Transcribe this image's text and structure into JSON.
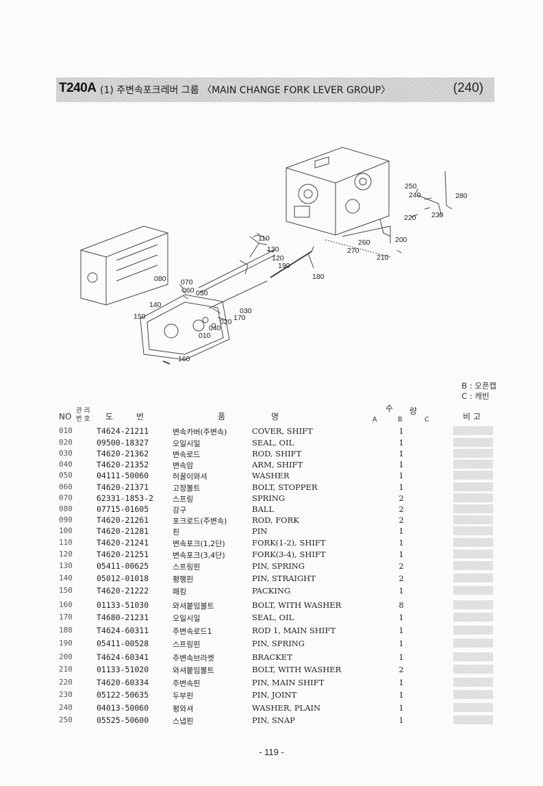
{
  "header": {
    "code": "T240A",
    "title": "(1) 주변속포크레버 그룹 〈MAIN CHANGE FORK LEVER GROUP〉",
    "group_no": "(240)"
  },
  "diagram_labels": {
    "l110": "110",
    "l130": "130",
    "l120": "120",
    "l190": "190",
    "l180": "180",
    "l080": "080",
    "l070": "070",
    "l060": "060",
    "l050": "050",
    "l140": "140",
    "l150": "150",
    "l030": "030",
    "l170": "170",
    "l020": "020",
    "l040": "040",
    "l010": "010",
    "l160": "160",
    "l250": "250",
    "l240": "240",
    "l280": "280",
    "l220": "220",
    "l230": "230",
    "l260": "260",
    "l200": "200",
    "l270": "270",
    "l210": "210"
  },
  "legend": {
    "b": "B : 오픈캡",
    "c": "C : 캐빈"
  },
  "columns": {
    "no": "NO",
    "mgmt": "관리\n번호",
    "mgmt_top": "관 리",
    "mgmt_bottom": "번 호",
    "part_a": "도",
    "part_b": "번",
    "name_a": "품",
    "name_b": "명",
    "qty_a": "수",
    "qty_b": "량",
    "col_a": "A",
    "col_b": "B",
    "col_c": "C",
    "note": "비 고"
  },
  "rows": [
    {
      "no": "010",
      "part": "T4624-21211",
      "kr": "변속카버(주변속)",
      "en": "COVER, SHIFT",
      "b": "1"
    },
    {
      "no": "020",
      "part": "09500-18327",
      "kr": "오일시일",
      "en": "SEAL, OIL",
      "b": "1"
    },
    {
      "no": "030",
      "part": "T4620-21362",
      "kr": "변속로드",
      "en": "ROD, SHIFT",
      "b": "1"
    },
    {
      "no": "040",
      "part": "T4620-21352",
      "kr": "변속암",
      "en": "ARM, SHIFT",
      "b": "1"
    },
    {
      "no": "050",
      "part": "04111-50060",
      "kr": "허꿀이와셔",
      "en": "WASHER",
      "b": "1"
    },
    {
      "no": "060",
      "part": "T4620-21371",
      "kr": "고정볼트",
      "en": "BOLT, STOPPER",
      "b": "1"
    },
    {
      "no": "070",
      "part": "62331-1853-2",
      "kr": "스프링",
      "en": "SPRING",
      "b": "2"
    },
    {
      "no": "080",
      "part": "07715-01605",
      "kr": "강구",
      "en": "BALL",
      "b": "2"
    },
    {
      "no": "090",
      "part": "T4620-21261",
      "kr": "포크로드(주변속)",
      "en": "ROD, FORK",
      "b": "2"
    },
    {
      "no": "100",
      "part": "T4620-21281",
      "kr": "핀",
      "en": "PIN",
      "b": "1"
    },
    {
      "no": "110",
      "part": "T4620-21241",
      "kr": "변속포크(1,2단)",
      "en": "FORK(1-2), SHIFT",
      "b": "1"
    },
    {
      "no": "120",
      "part": "T4620-21251",
      "kr": "변속포크(3,4단)",
      "en": "FORK(3-4), SHIFT",
      "b": "1"
    },
    {
      "no": "130",
      "part": "05411-00625",
      "kr": "스프링핀",
      "en": "PIN, SPRING",
      "b": "2"
    },
    {
      "no": "140",
      "part": "05012-01018",
      "kr": "평행핀",
      "en": "PIN, STRAIGHT",
      "b": "2"
    },
    {
      "no": "150",
      "part": "T4620-21222",
      "kr": "패킹",
      "en": "PACKING",
      "b": "1"
    },
    {
      "no": "160",
      "part": "01133-51030",
      "kr": "와셔붙임볼트",
      "en": "BOLT, WITH WASHER",
      "b": "8"
    },
    {
      "no": "170",
      "part": "T4680-21231",
      "kr": "오일시일",
      "en": "SEAL, OIL",
      "b": "1"
    },
    {
      "no": "180",
      "part": "T4624-60311",
      "kr": "주변속로드1",
      "en": "ROD 1, MAIN SHIFT",
      "b": "1"
    },
    {
      "no": "190",
      "part": "05411-00528",
      "kr": "스프링핀",
      "en": "PIN, SPRING",
      "b": "1"
    },
    {
      "no": "200",
      "part": "T4624-60341",
      "kr": "주변속브라켓",
      "en": "BRACKET",
      "b": "1"
    },
    {
      "no": "210",
      "part": "01133-51020",
      "kr": "와셔붙임볼트",
      "en": "BOLT, WITH WASHER",
      "b": "2"
    },
    {
      "no": "220",
      "part": "T4620-60334",
      "kr": "주변속핀",
      "en": "PIN, MAIN SHIFT",
      "b": "1"
    },
    {
      "no": "230",
      "part": "05122-50635",
      "kr": "두부핀",
      "en": "PIN, JOINT",
      "b": "1"
    },
    {
      "no": "240",
      "part": "04013-50060",
      "kr": "평와셔",
      "en": "WASHER, PLAIN",
      "b": "1"
    },
    {
      "no": "250",
      "part": "05525-50600",
      "kr": "스냅핀",
      "en": "PIN, SNAP",
      "b": "1"
    }
  ],
  "page_number": "- 119 -"
}
